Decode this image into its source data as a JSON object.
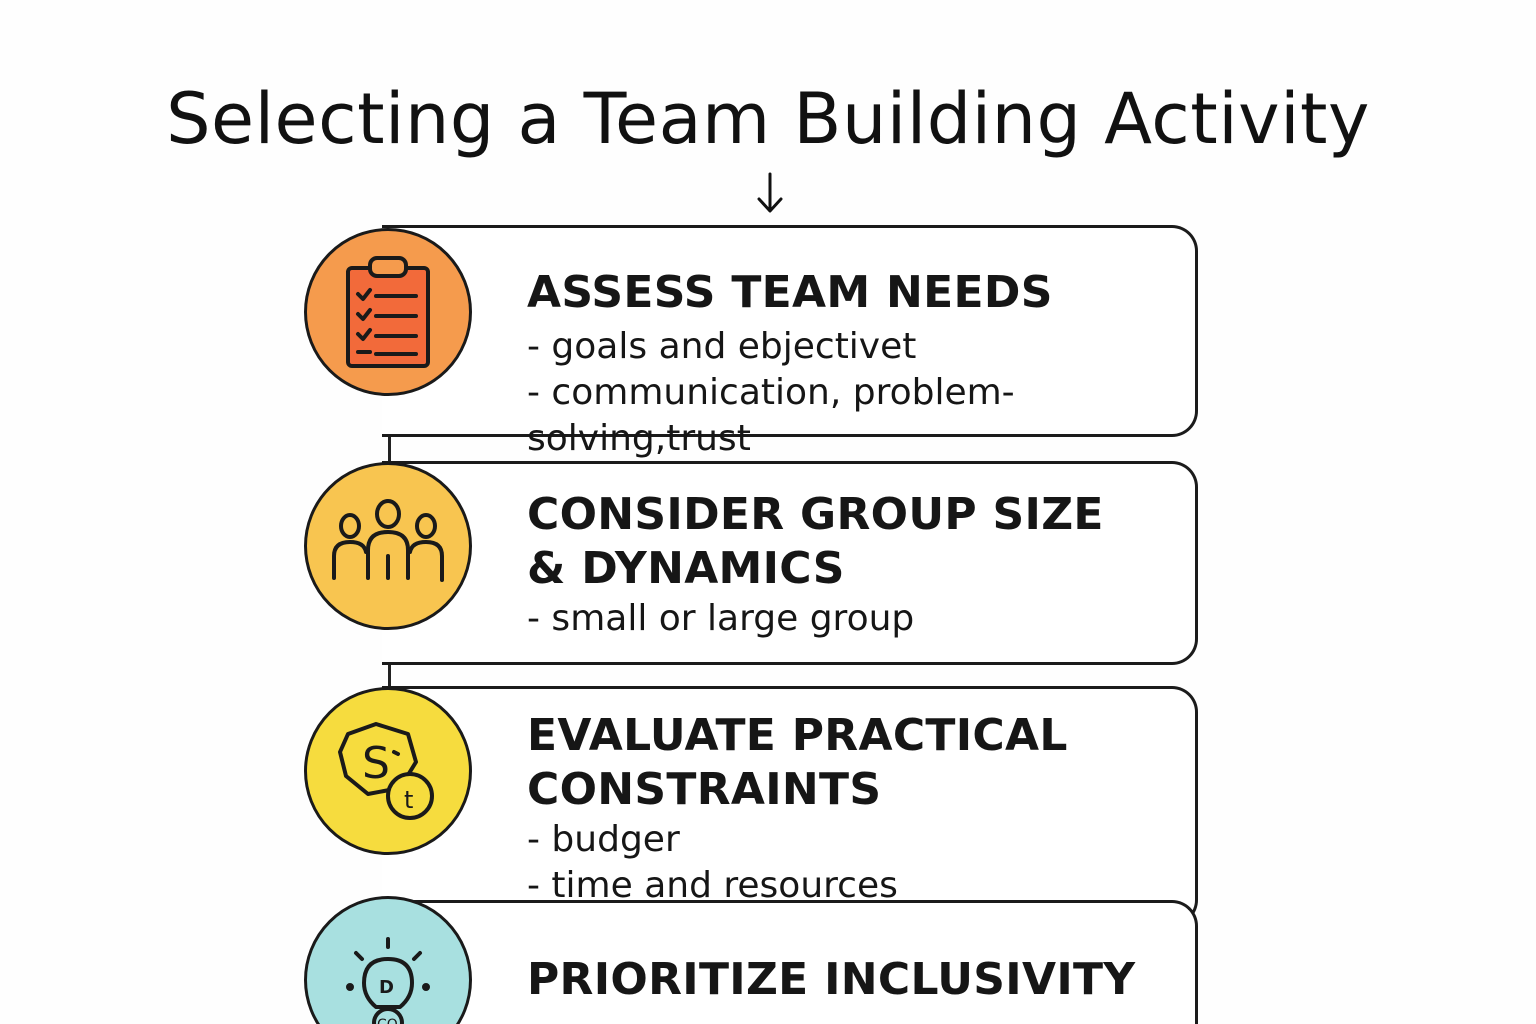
{
  "title": "Selecting a Team Building Activity",
  "colors": {
    "step1": "#f59b4d",
    "step2": "#f8c550",
    "step3": "#f6dc3e",
    "step4": "#a8e0e0"
  },
  "steps": [
    {
      "icon": "clipboard-checklist-icon",
      "title_lines": [
        "ASSESS TEAM NEEDS"
      ],
      "bullets": [
        "- goals and ebjectivet",
        "- communication, problem-solving,trust"
      ]
    },
    {
      "icon": "group-people-icon",
      "title_lines": [
        "CONSIDER GROUP SIZE",
        "& DYNAMICS"
      ],
      "bullets": [
        "- small or large group"
      ]
    },
    {
      "icon": "coins-budget-icon",
      "title_lines": [
        "EVALUATE PRACTICAL",
        "CONSTRAINTS"
      ],
      "bullets": [
        "- budger",
        "- time and resources"
      ]
    },
    {
      "icon": "lightbulb-icon",
      "title_lines": [
        "PRIORITIZE INCLUSIVITY"
      ],
      "bullets": []
    }
  ]
}
